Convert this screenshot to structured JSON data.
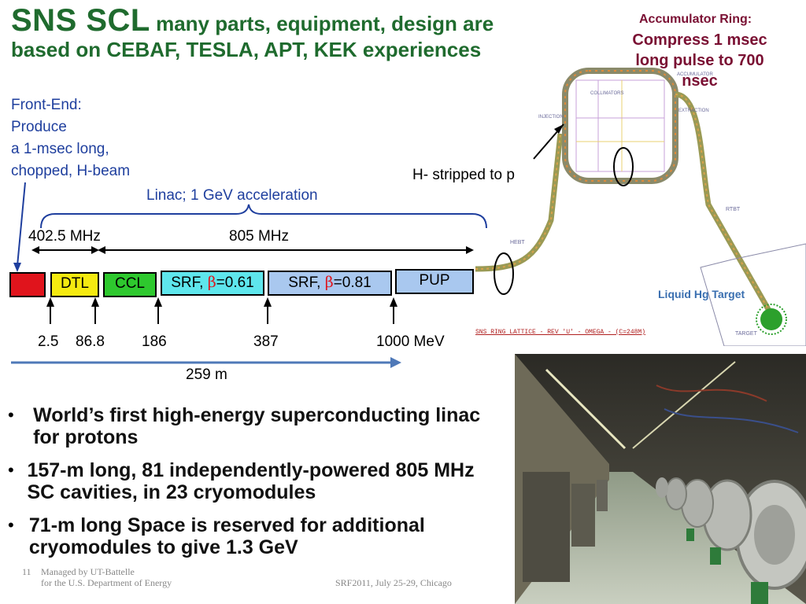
{
  "title": {
    "line1_big": "SNS SCL",
    "line1_rest": " many parts, equipment, design are",
    "line2": "based on CEBAF, TESLA, APT, KEK experiences"
  },
  "accumulator": {
    "label": "Accumulator Ring:",
    "description": "Compress 1 msec long pulse to 700 nsec"
  },
  "front_end": {
    "lines": [
      "Front-End:",
      "Produce",
      "a 1-msec long,",
      "chopped, H-beam"
    ]
  },
  "linac": {
    "label": "Linac; 1 GeV acceleration",
    "freq_low": "402.5 MHz",
    "freq_high": "805 MHz",
    "segments": [
      {
        "label": "",
        "color": "#e0141c"
      },
      {
        "label": "DTL",
        "color": "#f5ea10"
      },
      {
        "label": "CCL",
        "color": "#2ec82e"
      },
      {
        "label_prefix": "SRF, ",
        "beta": "β",
        "label_suffix": "=0.61",
        "color": "#5ee6ec"
      },
      {
        "label_prefix": "SRF, ",
        "beta": "β",
        "label_suffix": "=0.81",
        "color": "#a9c8ef"
      },
      {
        "label": "PUP",
        "color": "#a9c8ef"
      }
    ],
    "energies": [
      "2.5",
      "86.8",
      "186",
      "387",
      "1000 MeV"
    ],
    "length": "259 m"
  },
  "ring": {
    "stripped": "H- stripped to p",
    "target": "Liquid Hg Target",
    "lattice_caption": "SNS RING LATTICE - REV 'U' - OMEGA - (C=248M)",
    "labels": {
      "collimators": "COLLIMATORS",
      "accumulator": "ACCUMULATOR",
      "injection": "INJECTION",
      "extraction": "EXTRACTION",
      "hebt": "HEBT",
      "rtbt": "RTBT",
      "target_small": "TARGET"
    }
  },
  "bullets": [
    "World’s first high-energy superconducting linac for protons",
    "157-m long, 81 independently-powered 805 MHz SC cavities, in 23 cryomodules",
    "71-m long Space is reserved for additional cryomodules to give 1.3 GeV"
  ],
  "footer": {
    "page": "11",
    "managed_by": "Managed by UT-Battelle",
    "for_doe": "for the U.S. Department of Energy",
    "conference": "SRF2011, July 25-29, Chicago"
  },
  "colors": {
    "title_green": "#1f6b2e",
    "accumulator_maroon": "#7a1033",
    "blue_text": "#1f3f9e"
  }
}
